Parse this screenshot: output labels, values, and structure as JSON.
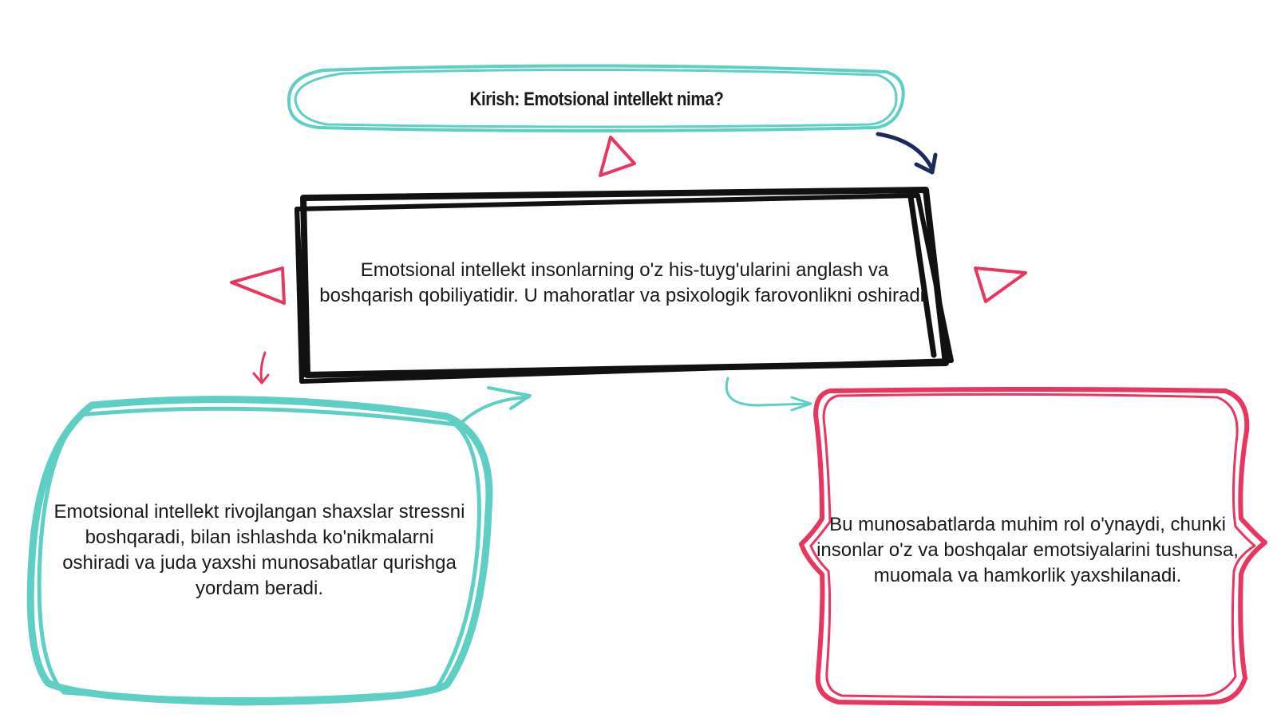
{
  "diagram": {
    "title": "Kirish: Emotsional intellekt nima?",
    "center_box": "Emotsional intellekt insonlarning o'z his-tuyg'ularini anglash va boshqarish qobiliyatidir. U mahoratlar va psixologik farovonlikni oshiradi.",
    "left_box": "Emotsional intellekt rivojlangan shaxslar stressni boshqaradi, bilan ishlashda ko'nikmalarni oshiradi va juda yaxshi munosabatlar qurishga yordam beradi.",
    "right_box": "Bu munosabatlarda muhim rol o'ynaydi, chunki insonlar o'z va boshqalar emotsiyalarini tushunsa, muomala va hamkorlik yaxshilanadi."
  },
  "colors": {
    "teal": "#5ecfc4",
    "black": "#111111",
    "pink": "#e8365f",
    "navy": "#1d2a5c"
  }
}
